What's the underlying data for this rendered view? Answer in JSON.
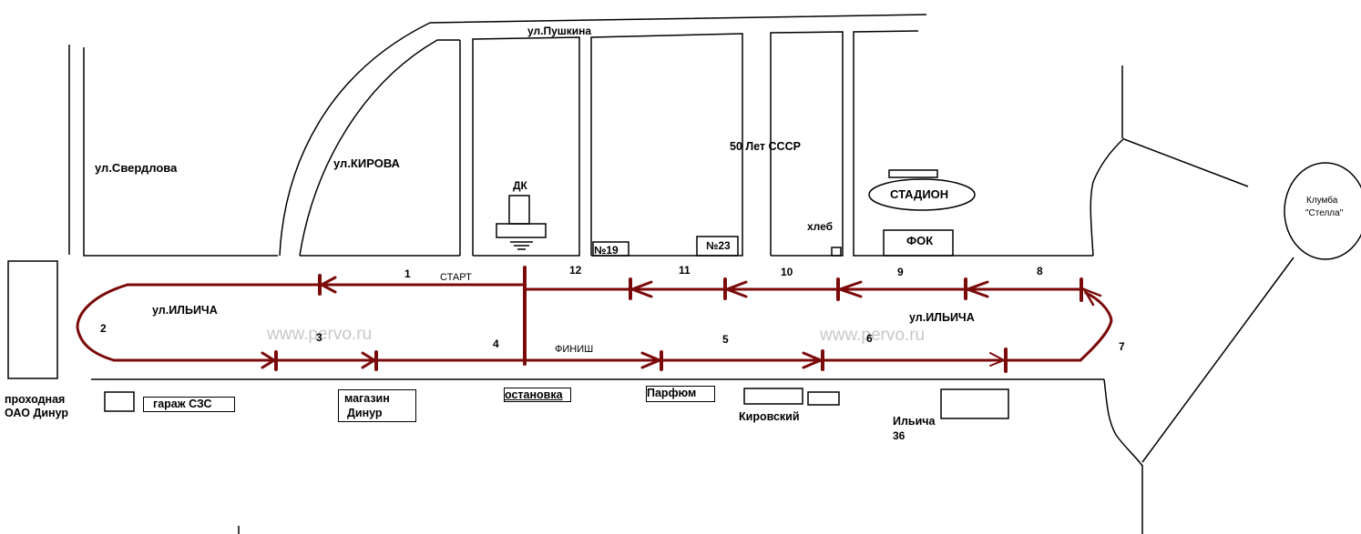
{
  "streets": {
    "sverdlova": "ул.Свердлова",
    "kirova": "ул.КИРОВА",
    "pushkina": "ул.Пушкина",
    "let50": "50 Лет СССР",
    "ilyicha_left": "ул.ИЛЬИЧА",
    "ilyicha_right": "ул.ИЛЬИЧА"
  },
  "landmarks": {
    "dk": "ДК",
    "n19": "№19",
    "n23": "№23",
    "bread": "хлеб",
    "stadium": "СТАДИОН",
    "fok": "ФОК",
    "flowerbed_line1": "Клумба",
    "flowerbed_line2": "\"Стелла\"",
    "checkpoint_line1": "проходная",
    "checkpoint_line2": "ОАО Динур",
    "garage": "гараж СЗС",
    "shop_line1": "магазин",
    "shop_line2": "Динур",
    "bus_stop": "остановка",
    "perfume": "Парфюм",
    "kirovsky": "Кировский",
    "ilyicha36_line1": "Ильича",
    "ilyicha36_line2": "36"
  },
  "route": {
    "start": "СТАРТ",
    "finish": "ФИНИШ",
    "color": "#7b0a0a",
    "segments": [
      "1",
      "2",
      "3",
      "4",
      "5",
      "6",
      "7",
      "8",
      "9",
      "10",
      "11",
      "12"
    ]
  },
  "watermark": {
    "left": "www.pervo.ru",
    "right": "www.pervo.ru"
  }
}
